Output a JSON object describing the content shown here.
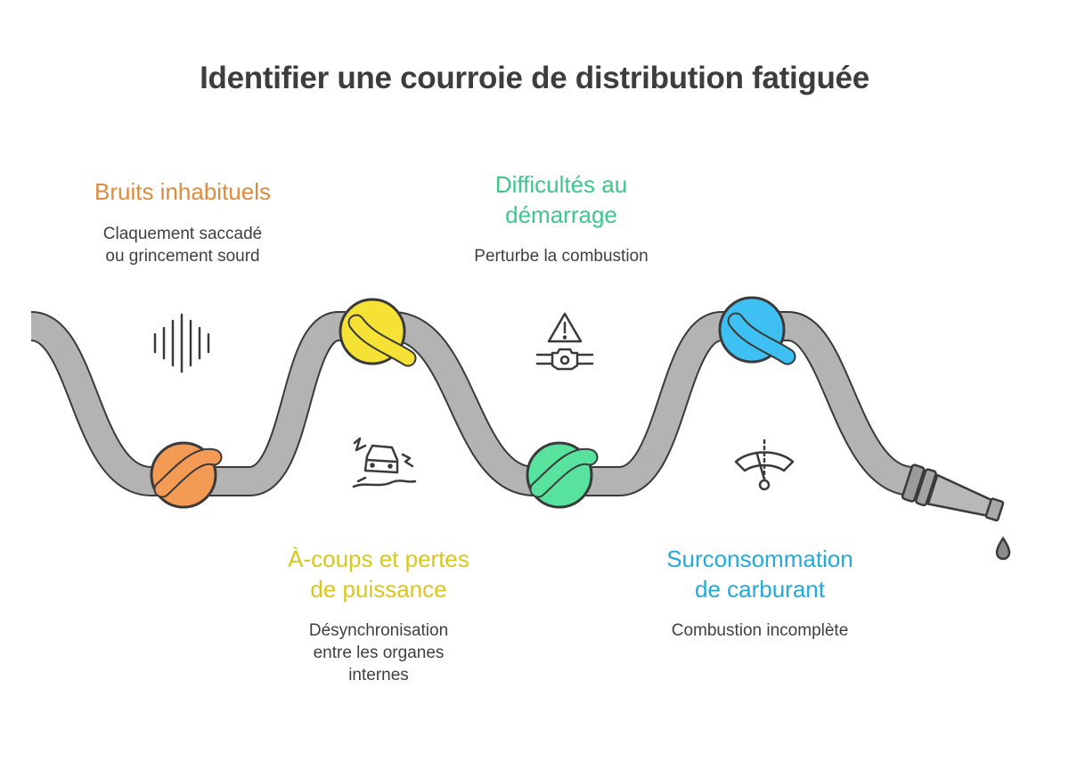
{
  "title": "Identifier une courroie de distribution fatiguée",
  "colors": {
    "orange": "#F39A55",
    "yellow": "#F6E234",
    "green": "#57E39D",
    "blue": "#3FC0F2",
    "belt": "#B3B3B3",
    "outline": "#3a3a3a",
    "heading_orange": "#E08A3C",
    "heading_yellow": "#D9C71A",
    "heading_green": "#3CC88A",
    "heading_blue": "#22A9DD"
  },
  "steps": [
    {
      "heading_lines": [
        "Bruits inhabituels"
      ],
      "desc_lines": [
        "Claquement saccadé",
        "ou grincement sourd"
      ],
      "icon": "sound-wave-icon",
      "knot_color": "orange"
    },
    {
      "heading_lines": [
        "À-coups et pertes",
        "de puissance"
      ],
      "desc_lines": [
        "Désynchronisation",
        "entre les organes",
        "internes"
      ],
      "icon": "car-skidding-icon",
      "knot_color": "yellow"
    },
    {
      "heading_lines": [
        "Difficultés au",
        "démarrage"
      ],
      "desc_lines": [
        "Perturbe la combustion"
      ],
      "icon": "engine-warning-icon",
      "knot_color": "green"
    },
    {
      "heading_lines": [
        "Surconsommation",
        "de carburant"
      ],
      "desc_lines": [
        "Combustion incomplète"
      ],
      "icon": "fuel-gauge-icon",
      "knot_color": "blue"
    }
  ]
}
